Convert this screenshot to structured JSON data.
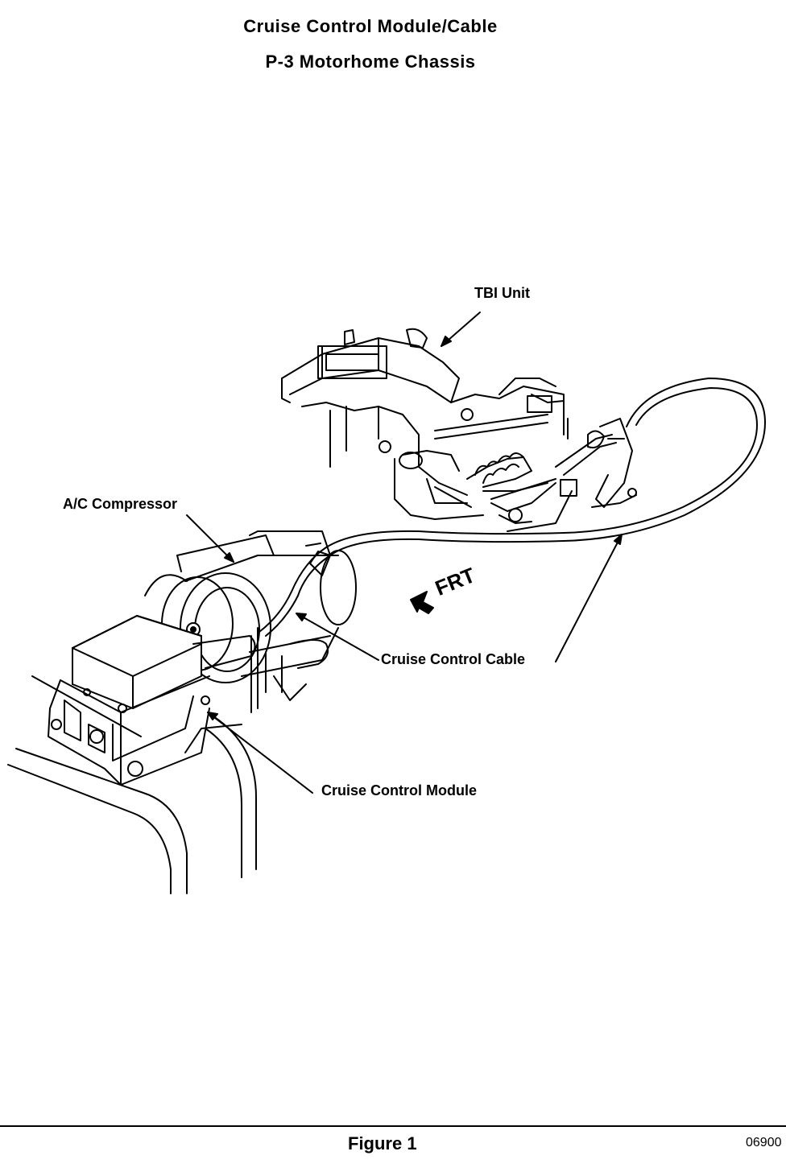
{
  "title": {
    "line1": "Cruise Control Module/Cable",
    "line2": "P-3 Motorhome Chassis"
  },
  "labels": {
    "tbi_unit": "TBI Unit",
    "ac_compressor": "A/C Compressor",
    "cruise_control_cable": "Cruise Control Cable",
    "cruise_control_module": "Cruise Control Module",
    "front_arrow": "FRT"
  },
  "footer": {
    "figure": "Figure 1",
    "code": "06900"
  }
}
